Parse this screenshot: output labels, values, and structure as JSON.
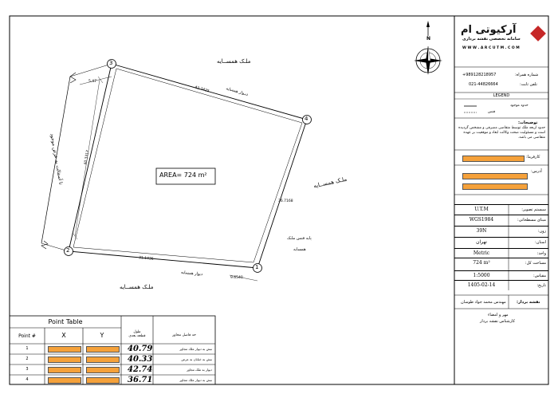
{
  "logo": {
    "brand": "آرکیوتی ام",
    "tagline": "سامانه تخصصی نقشه برداری",
    "url": "W W W . A R C U T M . C O M"
  },
  "contact": {
    "mobile_label": "شماره همراه:",
    "mobile": "+989128218957",
    "phone_label": "تلفن ثابت:",
    "phone": "021-44826664"
  },
  "legend": {
    "title": "LEGEND",
    "existing_boundary": "حدود موجود",
    "fence": "فنس"
  },
  "notes": {
    "title": "توضیحات:",
    "text": "حدود اربعه ملک توسط متقاضی مصرفی و مشخص گردیده است و مسئولیت صحت وکالت ابعاد و موقعیت بر عهده متقاضی می باشد."
  },
  "client": {
    "employer_label": "کارفرما:",
    "address_label": "آدرس:"
  },
  "specs": [
    {
      "label": "سیستم تصویر:",
      "value": "U.T.M"
    },
    {
      "label": "مبنای مسطحاتی:",
      "value": "WGS1984"
    },
    {
      "label": "زون:",
      "value": "39N"
    },
    {
      "label": "استان:",
      "value": "تهران"
    },
    {
      "label": "واحد:",
      "value": "Metric"
    },
    {
      "label": "مساحت کل:",
      "value": "724 m²"
    },
    {
      "label": "مقیاس:",
      "value": "1:5000"
    },
    {
      "label": "تاریخ:",
      "value": "1405-02-14"
    }
  ],
  "surveyor": {
    "label": "نقشه بردار:",
    "name": "مهندس محمد جواد طوسان",
    "stamp": "مهر و امضاء",
    "stamp_sub": "کارشناس نقشه بردار"
  },
  "plan": {
    "area_label": "AREA= 724 m²",
    "north": "N",
    "neighbor_top": "ملـک همســایه",
    "neighbor_right": "ملـک همســایه",
    "neighbor_bottom": "ملـک همســایه",
    "wall_top": "دیـوار همسایه",
    "wall_bottom": "دیوار همسایه",
    "fence_pillar_1": "پایه فنس ملـک",
    "fence_pillar_2": "همسایه",
    "existing_road": "تا آسفالت به عرض موجود",
    "points": [
      "1",
      "2",
      "3",
      "4"
    ],
    "dims": {
      "top": "42.7425",
      "right": "36.7168",
      "bottom": "31.1436",
      "left": "40.3317",
      "offset_top": "5.47",
      "offset_bottom": "9.6540"
    }
  },
  "point_table": {
    "title": "Point Table",
    "headers": [
      "Point #",
      "X",
      "Y",
      "طول\nقطعه بعدی",
      "حد فاصل مجاور"
    ],
    "rows": [
      {
        "point": "1",
        "length": "40.79",
        "desc": "نبش به دیوار ملک مجاور"
      },
      {
        "point": "2",
        "length": "40.33",
        "desc": "نبش به خیابان به عرض"
      },
      {
        "point": "3",
        "length": "42.74",
        "desc": "دیوار به ملک مجاور"
      },
      {
        "point": "4",
        "length": "36.71",
        "desc": "نبش به دیوار ملک مجاور"
      }
    ]
  },
  "colors": {
    "highlight": "#F5A13A",
    "logo_red": "#C62828",
    "line": "#000000"
  }
}
